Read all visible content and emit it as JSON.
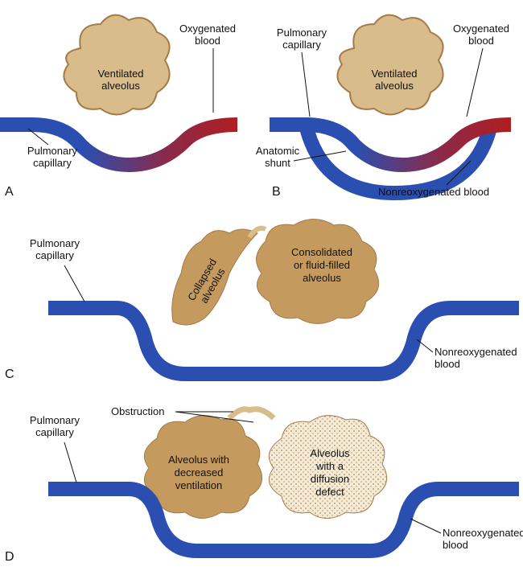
{
  "colors": {
    "deoxygenated": "#2a4fb0",
    "oxygenated": "#b01e22",
    "alveolus_fill": "#c49a5e",
    "alveolus_light": "#f3ead8"
  },
  "panels": {
    "a": {
      "letter": "A",
      "alveolus": [
        "Ventilated",
        "alveolus"
      ],
      "oxygenated": [
        "Oxygenated",
        "blood"
      ],
      "capillary": [
        "Pulmonary",
        "capillary"
      ]
    },
    "b": {
      "letter": "B",
      "capillary": [
        "Pulmonary",
        "capillary"
      ],
      "alveolus": [
        "Ventilated",
        "alveolus"
      ],
      "oxygenated": [
        "Oxygenated",
        "blood"
      ],
      "shunt": [
        "Anatomic",
        "shunt"
      ],
      "nonreox": "Nonreoxygenated blood"
    },
    "c": {
      "letter": "C",
      "capillary": [
        "Pulmonary",
        "capillary"
      ],
      "collapsed": [
        "Collapsed",
        "alveolus"
      ],
      "consolidated": [
        "Consolidated",
        "or fluid-filled",
        "alveolus"
      ],
      "nonreox": [
        "Nonreoxygenated",
        "blood"
      ]
    },
    "d": {
      "letter": "D",
      "obstruction": "Obstruction",
      "capillary": [
        "Pulmonary",
        "capillary"
      ],
      "decreased": [
        "Alveolus with",
        "decreased",
        "ventilation"
      ],
      "diffusion": [
        "Alveolus",
        "with a",
        "diffusion",
        "defect"
      ],
      "nonreox": [
        "Nonreoxygenated",
        "blood"
      ]
    }
  }
}
